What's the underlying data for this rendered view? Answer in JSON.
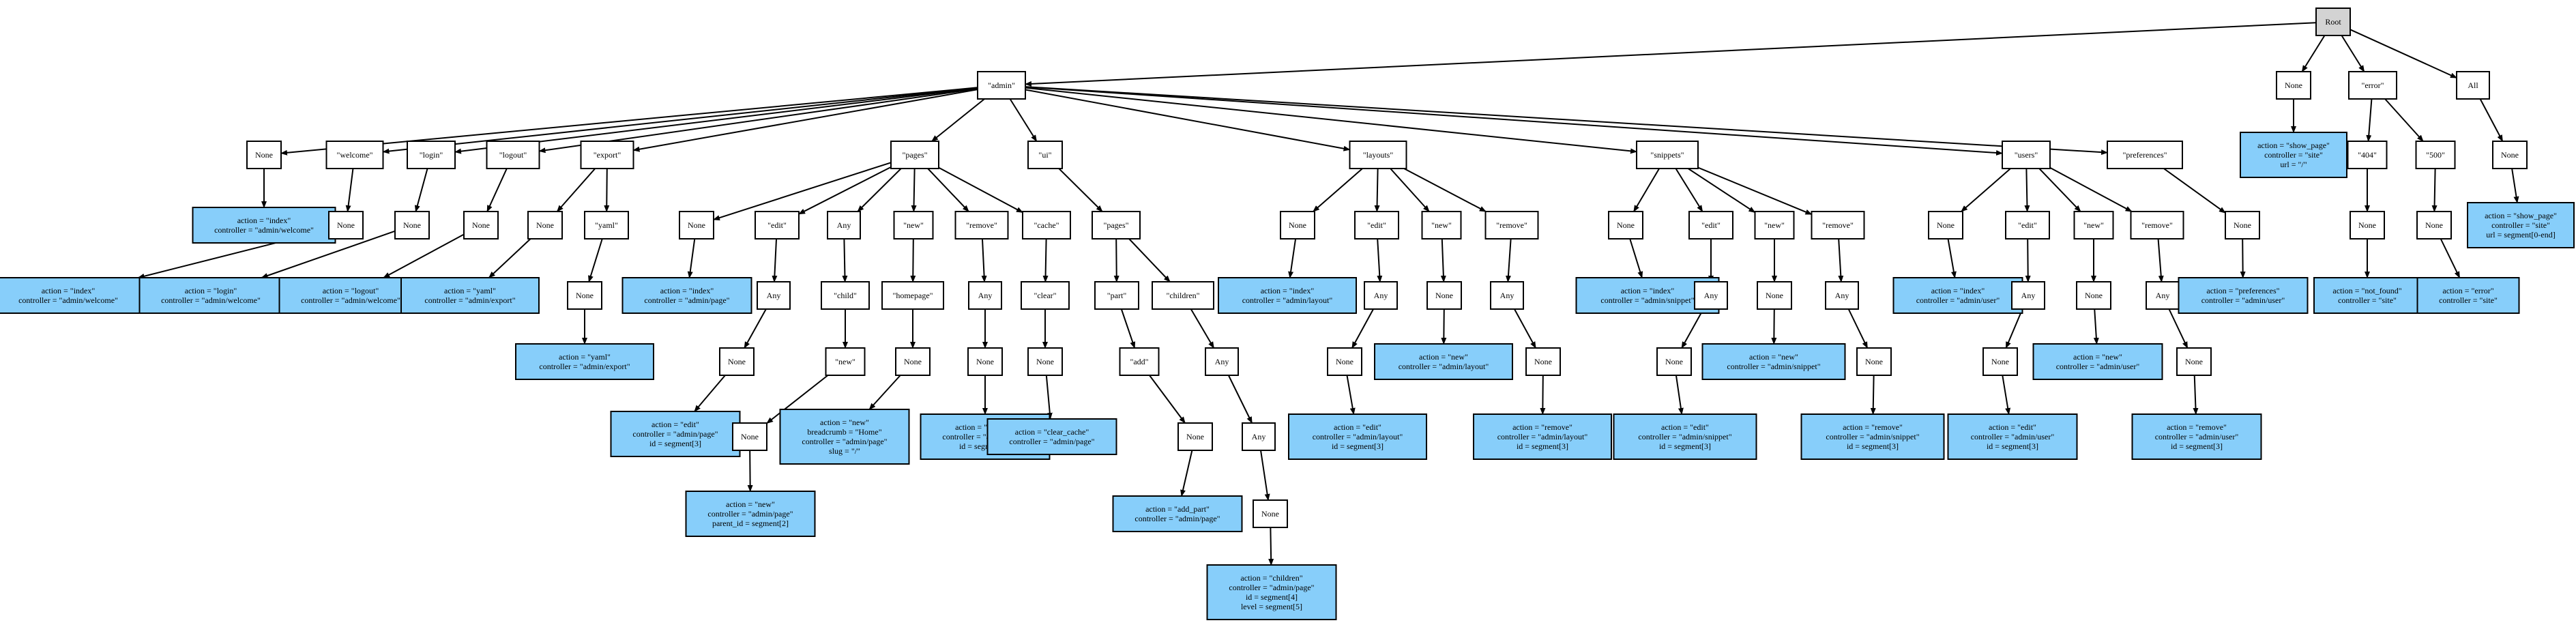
{
  "colors": {
    "root": "#d3d3d3",
    "node": "#ffffff",
    "leaf": "#87cefa",
    "stroke": "#000000"
  },
  "nodes": [
    {
      "id": "root",
      "kind": "root",
      "lines": [
        "Root"
      ]
    },
    {
      "id": "admin",
      "kind": "node",
      "lines": [
        "\"admin\""
      ]
    },
    {
      "id": "rootNone",
      "kind": "node",
      "lines": [
        "None"
      ]
    },
    {
      "id": "error",
      "kind": "node",
      "lines": [
        "\"error\""
      ]
    },
    {
      "id": "all",
      "kind": "node",
      "lines": [
        "All"
      ]
    },
    {
      "id": "aNone",
      "kind": "node",
      "lines": [
        "None"
      ]
    },
    {
      "id": "welcome",
      "kind": "node",
      "lines": [
        "\"welcome\""
      ]
    },
    {
      "id": "login",
      "kind": "node",
      "lines": [
        "\"login\""
      ]
    },
    {
      "id": "logout",
      "kind": "node",
      "lines": [
        "\"logout\""
      ]
    },
    {
      "id": "export",
      "kind": "node",
      "lines": [
        "\"export\""
      ]
    },
    {
      "id": "pages",
      "kind": "node",
      "lines": [
        "\"pages\""
      ]
    },
    {
      "id": "ui",
      "kind": "node",
      "lines": [
        "\"ui\""
      ]
    },
    {
      "id": "layouts",
      "kind": "node",
      "lines": [
        "\"layouts\""
      ]
    },
    {
      "id": "snippets",
      "kind": "node",
      "lines": [
        "\"snippets\""
      ]
    },
    {
      "id": "users",
      "kind": "node",
      "lines": [
        "\"users\""
      ]
    },
    {
      "id": "preferences",
      "kind": "node",
      "lines": [
        "\"preferences\""
      ]
    },
    {
      "id": "L_aindex",
      "kind": "leaf",
      "lines": [
        "action = \"index\"",
        "controller = \"admin/welcome\""
      ]
    },
    {
      "id": "welcomeNone",
      "kind": "node",
      "lines": [
        "None"
      ]
    },
    {
      "id": "L_windex",
      "kind": "leaf",
      "lines": [
        "action = \"index\"",
        "controller = \"admin/welcome\""
      ]
    },
    {
      "id": "loginNone",
      "kind": "node",
      "lines": [
        "None"
      ]
    },
    {
      "id": "L_login",
      "kind": "leaf",
      "lines": [
        "action = \"login\"",
        "controller = \"admin/welcome\""
      ]
    },
    {
      "id": "logoutNone",
      "kind": "node",
      "lines": [
        "None"
      ]
    },
    {
      "id": "L_logout",
      "kind": "leaf",
      "lines": [
        "action = \"logout\"",
        "controller = \"admin/welcome\""
      ]
    },
    {
      "id": "exportNone",
      "kind": "node",
      "lines": [
        "None"
      ]
    },
    {
      "id": "yaml",
      "kind": "node",
      "lines": [
        "\"yaml\""
      ]
    },
    {
      "id": "L_yaml1",
      "kind": "leaf",
      "lines": [
        "action = \"yaml\"",
        "controller = \"admin/export\""
      ]
    },
    {
      "id": "yamlNone",
      "kind": "node",
      "lines": [
        "None"
      ]
    },
    {
      "id": "L_yaml2",
      "kind": "leaf",
      "lines": [
        "action = \"yaml\"",
        "controller = \"admin/export\""
      ]
    },
    {
      "id": "pagesNone",
      "kind": "node",
      "lines": [
        "None"
      ]
    },
    {
      "id": "pEdit",
      "kind": "node",
      "lines": [
        "\"edit\""
      ]
    },
    {
      "id": "pAny",
      "kind": "node",
      "lines": [
        "Any"
      ]
    },
    {
      "id": "pNew",
      "kind": "node",
      "lines": [
        "\"new\""
      ]
    },
    {
      "id": "pRemove",
      "kind": "node",
      "lines": [
        "\"remove\""
      ]
    },
    {
      "id": "pCache",
      "kind": "node",
      "lines": [
        "\"cache\""
      ]
    },
    {
      "id": "L_pindex",
      "kind": "leaf",
      "lines": [
        "action = \"index\"",
        "controller = \"admin/page\""
      ]
    },
    {
      "id": "pEditAny",
      "kind": "node",
      "lines": [
        "Any"
      ]
    },
    {
      "id": "pEditAnyNone",
      "kind": "node",
      "lines": [
        "None"
      ]
    },
    {
      "id": "L_pedit",
      "kind": "leaf",
      "lines": [
        "action = \"edit\"",
        "controller = \"admin/page\"",
        "id = segment[3]"
      ]
    },
    {
      "id": "child",
      "kind": "node",
      "lines": [
        "\"child\""
      ]
    },
    {
      "id": "childNew",
      "kind": "node",
      "lines": [
        "\"new\""
      ]
    },
    {
      "id": "childNewNone",
      "kind": "node",
      "lines": [
        "None"
      ]
    },
    {
      "id": "L_pchild",
      "kind": "leaf",
      "lines": [
        "action = \"new\"",
        "controller = \"admin/page\"",
        "parent_id = segment[2]"
      ]
    },
    {
      "id": "homepage",
      "kind": "node",
      "lines": [
        "\"homepage\""
      ]
    },
    {
      "id": "homepageNone",
      "kind": "node",
      "lines": [
        "None"
      ]
    },
    {
      "id": "L_phome",
      "kind": "leaf",
      "lines": [
        "action = \"new\"",
        "breadcrumb = \"Home\"",
        "controller = \"admin/page\"",
        "slug = \"/\""
      ]
    },
    {
      "id": "pRemoveAny",
      "kind": "node",
      "lines": [
        "Any"
      ]
    },
    {
      "id": "pRemoveNone",
      "kind": "node",
      "lines": [
        "None"
      ]
    },
    {
      "id": "L_premove",
      "kind": "leaf",
      "lines": [
        "action = \"remove\"",
        "controller = \"admin/page\"",
        "id = segment[3]"
      ]
    },
    {
      "id": "clear",
      "kind": "node",
      "lines": [
        "\"clear\""
      ]
    },
    {
      "id": "clearNone",
      "kind": "node",
      "lines": [
        "None"
      ]
    },
    {
      "id": "L_pclear",
      "kind": "leaf",
      "lines": [
        "action = \"clear_cache\"",
        "controller = \"admin/page\""
      ]
    },
    {
      "id": "uiPages",
      "kind": "node",
      "lines": [
        "\"pages\""
      ]
    },
    {
      "id": "part",
      "kind": "node",
      "lines": [
        "\"part\""
      ]
    },
    {
      "id": "add",
      "kind": "node",
      "lines": [
        "\"add\""
      ]
    },
    {
      "id": "addNone",
      "kind": "node",
      "lines": [
        "None"
      ]
    },
    {
      "id": "L_addpart",
      "kind": "leaf",
      "lines": [
        "action = \"add_part\"",
        "controller = \"admin/page\""
      ]
    },
    {
      "id": "children",
      "kind": "node",
      "lines": [
        "\"children\""
      ]
    },
    {
      "id": "chAny1",
      "kind": "node",
      "lines": [
        "Any"
      ]
    },
    {
      "id": "chAny2",
      "kind": "node",
      "lines": [
        "Any"
      ]
    },
    {
      "id": "chNone",
      "kind": "node",
      "lines": [
        "None"
      ]
    },
    {
      "id": "L_children",
      "kind": "leaf",
      "lines": [
        "action = \"children\"",
        "controller = \"admin/page\"",
        "id = segment[4]",
        "level = segment[5]"
      ]
    },
    {
      "id": "layNone",
      "kind": "node",
      "lines": [
        "None"
      ]
    },
    {
      "id": "layEdit",
      "kind": "node",
      "lines": [
        "\"edit\""
      ]
    },
    {
      "id": "layNew",
      "kind": "node",
      "lines": [
        "\"new\""
      ]
    },
    {
      "id": "layRemove",
      "kind": "node",
      "lines": [
        "\"remove\""
      ]
    },
    {
      "id": "L_layindex",
      "kind": "leaf",
      "lines": [
        "action = \"index\"",
        "controller = \"admin/layout\""
      ]
    },
    {
      "id": "layEditAny",
      "kind": "node",
      "lines": [
        "Any"
      ]
    },
    {
      "id": "layEditNone",
      "kind": "node",
      "lines": [
        "None"
      ]
    },
    {
      "id": "L_layedit",
      "kind": "leaf",
      "lines": [
        "action = \"edit\"",
        "controller = \"admin/layout\"",
        "id = segment[3]"
      ]
    },
    {
      "id": "layNewNone",
      "kind": "node",
      "lines": [
        "None"
      ]
    },
    {
      "id": "L_laynew",
      "kind": "leaf",
      "lines": [
        "action = \"new\"",
        "controller = \"admin/layout\""
      ]
    },
    {
      "id": "layRemoveAny",
      "kind": "node",
      "lines": [
        "Any"
      ]
    },
    {
      "id": "layRemoveNone",
      "kind": "node",
      "lines": [
        "None"
      ]
    },
    {
      "id": "L_layremove",
      "kind": "leaf",
      "lines": [
        "action = \"remove\"",
        "controller = \"admin/layout\"",
        "id = segment[3]"
      ]
    },
    {
      "id": "snNone",
      "kind": "node",
      "lines": [
        "None"
      ]
    },
    {
      "id": "snEdit",
      "kind": "node",
      "lines": [
        "\"edit\""
      ]
    },
    {
      "id": "snNew",
      "kind": "node",
      "lines": [
        "\"new\""
      ]
    },
    {
      "id": "snRemove",
      "kind": "node",
      "lines": [
        "\"remove\""
      ]
    },
    {
      "id": "L_snindex",
      "kind": "leaf",
      "lines": [
        "action = \"index\"",
        "controller = \"admin/snippet\""
      ]
    },
    {
      "id": "snEditAny",
      "kind": "node",
      "lines": [
        "Any"
      ]
    },
    {
      "id": "snEditNone",
      "kind": "node",
      "lines": [
        "None"
      ]
    },
    {
      "id": "L_snedit",
      "kind": "leaf",
      "lines": [
        "action = \"edit\"",
        "controller = \"admin/snippet\"",
        "id = segment[3]"
      ]
    },
    {
      "id": "snNewNone",
      "kind": "node",
      "lines": [
        "None"
      ]
    },
    {
      "id": "L_snnew",
      "kind": "leaf",
      "lines": [
        "action = \"new\"",
        "controller = \"admin/snippet\""
      ]
    },
    {
      "id": "snRemoveAny",
      "kind": "node",
      "lines": [
        "Any"
      ]
    },
    {
      "id": "snRemoveNone",
      "kind": "node",
      "lines": [
        "None"
      ]
    },
    {
      "id": "L_snremove",
      "kind": "leaf",
      "lines": [
        "action = \"remove\"",
        "controller = \"admin/snippet\"",
        "id = segment[3]"
      ]
    },
    {
      "id": "usNone",
      "kind": "node",
      "lines": [
        "None"
      ]
    },
    {
      "id": "usEdit",
      "kind": "node",
      "lines": [
        "\"edit\""
      ]
    },
    {
      "id": "usNew",
      "kind": "node",
      "lines": [
        "\"new\""
      ]
    },
    {
      "id": "usRemove",
      "kind": "node",
      "lines": [
        "\"remove\""
      ]
    },
    {
      "id": "L_usindex",
      "kind": "leaf",
      "lines": [
        "action = \"index\"",
        "controller = \"admin/user\""
      ]
    },
    {
      "id": "usEditAny",
      "kind": "node",
      "lines": [
        "Any"
      ]
    },
    {
      "id": "usEditNone",
      "kind": "node",
      "lines": [
        "None"
      ]
    },
    {
      "id": "L_usedit",
      "kind": "leaf",
      "lines": [
        "action = \"edit\"",
        "controller = \"admin/user\"",
        "id = segment[3]"
      ]
    },
    {
      "id": "usNewNone",
      "kind": "node",
      "lines": [
        "None"
      ]
    },
    {
      "id": "L_usnew",
      "kind": "leaf",
      "lines": [
        "action = \"new\"",
        "controller = \"admin/user\""
      ]
    },
    {
      "id": "usRemoveAny",
      "kind": "node",
      "lines": [
        "Any"
      ]
    },
    {
      "id": "usRemoveNone",
      "kind": "node",
      "lines": [
        "None"
      ]
    },
    {
      "id": "L_usremove",
      "kind": "leaf",
      "lines": [
        "action = \"remove\"",
        "controller = \"admin/user\"",
        "id = segment[3]"
      ]
    },
    {
      "id": "prefNone",
      "kind": "node",
      "lines": [
        "None"
      ]
    },
    {
      "id": "L_pref",
      "kind": "leaf",
      "lines": [
        "action = \"preferences\"",
        "controller = \"admin/user\""
      ]
    },
    {
      "id": "L_showpage",
      "kind": "leaf",
      "lines": [
        "action = \"show_page\"",
        "controller = \"site\"",
        "url = \"/\""
      ]
    },
    {
      "id": "e404",
      "kind": "node",
      "lines": [
        "\"404\""
      ]
    },
    {
      "id": "e500",
      "kind": "node",
      "lines": [
        "\"500\""
      ]
    },
    {
      "id": "e404None",
      "kind": "node",
      "lines": [
        "None"
      ]
    },
    {
      "id": "L_notfound",
      "kind": "leaf",
      "lines": [
        "action = \"not_found\"",
        "controller = \"site\""
      ]
    },
    {
      "id": "e500None",
      "kind": "node",
      "lines": [
        "None"
      ]
    },
    {
      "id": "L_error",
      "kind": "leaf",
      "lines": [
        "action = \"error\"",
        "controller = \"site\""
      ]
    },
    {
      "id": "allNone",
      "kind": "node",
      "lines": [
        "None"
      ]
    },
    {
      "id": "L_showall",
      "kind": "leaf",
      "lines": [
        "action = \"show_page\"",
        "controller = \"site\"",
        "url = segment[0-end]"
      ]
    }
  ],
  "edges": [
    [
      "root",
      "admin"
    ],
    [
      "root",
      "rootNone"
    ],
    [
      "root",
      "error"
    ],
    [
      "root",
      "all"
    ],
    [
      "admin",
      "aNone"
    ],
    [
      "admin",
      "welcome"
    ],
    [
      "admin",
      "login"
    ],
    [
      "admin",
      "logout"
    ],
    [
      "admin",
      "export"
    ],
    [
      "admin",
      "pages"
    ],
    [
      "admin",
      "ui"
    ],
    [
      "admin",
      "layouts"
    ],
    [
      "admin",
      "snippets"
    ],
    [
      "admin",
      "users"
    ],
    [
      "admin",
      "preferences"
    ],
    [
      "aNone",
      "L_aindex"
    ],
    [
      "welcome",
      "welcomeNone"
    ],
    [
      "welcomeNone",
      "L_windex"
    ],
    [
      "login",
      "loginNone"
    ],
    [
      "loginNone",
      "L_login"
    ],
    [
      "logout",
      "logoutNone"
    ],
    [
      "logoutNone",
      "L_logout"
    ],
    [
      "export",
      "exportNone"
    ],
    [
      "export",
      "yaml"
    ],
    [
      "exportNone",
      "L_yaml1"
    ],
    [
      "yaml",
      "yamlNone"
    ],
    [
      "yamlNone",
      "L_yaml2"
    ],
    [
      "pages",
      "pagesNone"
    ],
    [
      "pages",
      "pEdit"
    ],
    [
      "pages",
      "pAny"
    ],
    [
      "pages",
      "pNew"
    ],
    [
      "pages",
      "pRemove"
    ],
    [
      "pages",
      "pCache"
    ],
    [
      "pagesNone",
      "L_pindex"
    ],
    [
      "pEdit",
      "pEditAny"
    ],
    [
      "pEditAny",
      "pEditAnyNone"
    ],
    [
      "pEditAnyNone",
      "L_pedit"
    ],
    [
      "pAny",
      "child"
    ],
    [
      "child",
      "childNew"
    ],
    [
      "childNew",
      "childNewNone"
    ],
    [
      "childNewNone",
      "L_pchild"
    ],
    [
      "pNew",
      "homepage"
    ],
    [
      "homepage",
      "homepageNone"
    ],
    [
      "homepageNone",
      "L_phome"
    ],
    [
      "pRemove",
      "pRemoveAny"
    ],
    [
      "pRemoveAny",
      "pRemoveNone"
    ],
    [
      "pRemoveNone",
      "L_premove"
    ],
    [
      "pCache",
      "clear"
    ],
    [
      "clear",
      "clearNone"
    ],
    [
      "clearNone",
      "L_pclear"
    ],
    [
      "ui",
      "uiPages"
    ],
    [
      "uiPages",
      "part"
    ],
    [
      "uiPages",
      "children"
    ],
    [
      "part",
      "add"
    ],
    [
      "add",
      "addNone"
    ],
    [
      "addNone",
      "L_addpart"
    ],
    [
      "children",
      "chAny1"
    ],
    [
      "chAny1",
      "chAny2"
    ],
    [
      "chAny2",
      "chNone"
    ],
    [
      "chNone",
      "L_children"
    ],
    [
      "layouts",
      "layNone"
    ],
    [
      "layouts",
      "layEdit"
    ],
    [
      "layouts",
      "layNew"
    ],
    [
      "layouts",
      "layRemove"
    ],
    [
      "layNone",
      "L_layindex"
    ],
    [
      "layEdit",
      "layEditAny"
    ],
    [
      "layEditAny",
      "layEditNone"
    ],
    [
      "layEditNone",
      "L_layedit"
    ],
    [
      "layNew",
      "layNewNone"
    ],
    [
      "layNewNone",
      "L_laynew"
    ],
    [
      "layRemove",
      "layRemoveAny"
    ],
    [
      "layRemoveAny",
      "layRemoveNone"
    ],
    [
      "layRemoveNone",
      "L_layremove"
    ],
    [
      "snippets",
      "snNone"
    ],
    [
      "snippets",
      "snEdit"
    ],
    [
      "snippets",
      "snNew"
    ],
    [
      "snippets",
      "snRemove"
    ],
    [
      "snNone",
      "L_snindex"
    ],
    [
      "snEdit",
      "snEditAny"
    ],
    [
      "snEditAny",
      "snEditNone"
    ],
    [
      "snEditNone",
      "L_snedit"
    ],
    [
      "snNew",
      "snNewNone"
    ],
    [
      "snNewNone",
      "L_snnew"
    ],
    [
      "snRemove",
      "snRemoveAny"
    ],
    [
      "snRemoveAny",
      "snRemoveNone"
    ],
    [
      "snRemoveNone",
      "L_snremove"
    ],
    [
      "users",
      "usNone"
    ],
    [
      "users",
      "usEdit"
    ],
    [
      "users",
      "usNew"
    ],
    [
      "users",
      "usRemove"
    ],
    [
      "usNone",
      "L_usindex"
    ],
    [
      "usEdit",
      "usEditAny"
    ],
    [
      "usEditAny",
      "usEditNone"
    ],
    [
      "usEditNone",
      "L_usedit"
    ],
    [
      "usNew",
      "usNewNone"
    ],
    [
      "usNewNone",
      "L_usnew"
    ],
    [
      "usRemove",
      "usRemoveAny"
    ],
    [
      "usRemoveAny",
      "usRemoveNone"
    ],
    [
      "usRemoveNone",
      "L_usremove"
    ],
    [
      "preferences",
      "prefNone"
    ],
    [
      "prefNone",
      "L_pref"
    ],
    [
      "rootNone",
      "L_showpage"
    ],
    [
      "error",
      "e404"
    ],
    [
      "error",
      "e500"
    ],
    [
      "e404",
      "e404None"
    ],
    [
      "e404None",
      "L_notfound"
    ],
    [
      "e500",
      "e500None"
    ],
    [
      "e500None",
      "L_error"
    ],
    [
      "all",
      "allNone"
    ],
    [
      "allNone",
      "L_showall"
    ]
  ]
}
